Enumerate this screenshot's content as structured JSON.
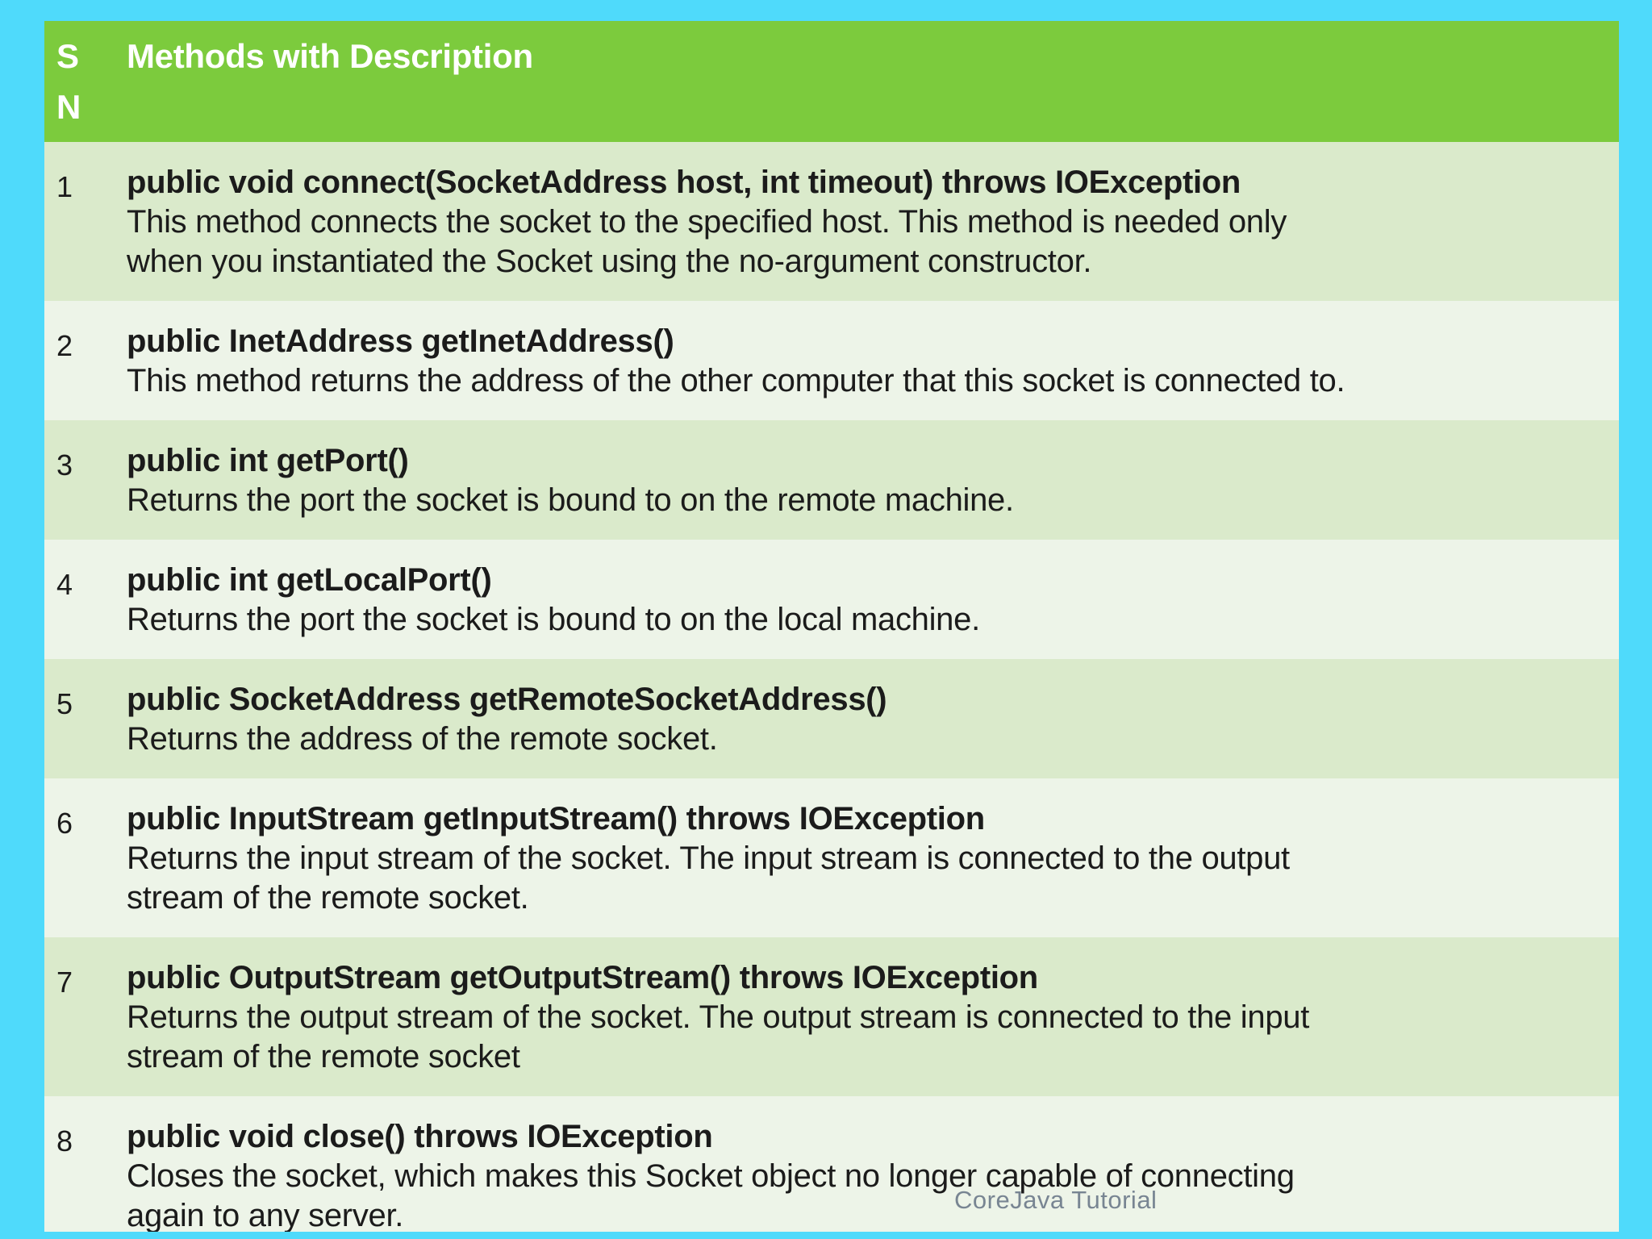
{
  "page": {
    "background_color": "#4FDAFB",
    "watermark_text": "CoreJava Tutorial"
  },
  "table": {
    "colors": {
      "header_bg": "#7CCB3D",
      "header_text": "#FFFFFF",
      "row_odd_bg": "#DAEACB",
      "row_even_bg": "#EDF4E8",
      "body_text": "#1B1B1B",
      "watermark": "#6B7691"
    },
    "header": {
      "serial_label": "S N",
      "methods_label": "Methods with Description"
    },
    "rows": [
      {
        "sn": "1",
        "method": "public void connect(SocketAddress host, int timeout) throws IOException",
        "description": "This method connects the socket to the specified host. This method is needed only\nwhen you instantiated the Socket using the no-argument constructor."
      },
      {
        "sn": "2",
        "method": "public InetAddress getInetAddress()",
        "description": "This method returns the address of the other computer that this socket is connected to."
      },
      {
        "sn": "3",
        "method": "public int getPort()",
        "description": "Returns the port the socket is bound to on the remote machine."
      },
      {
        "sn": "4",
        "method": "public int getLocalPort()",
        "description": "Returns the port the socket is bound to on the local machine."
      },
      {
        "sn": "5",
        "method": "public SocketAddress getRemoteSocketAddress()",
        "description": "Returns the address of the remote socket."
      },
      {
        "sn": "6",
        "method": "public InputStream getInputStream() throws IOException",
        "description": "Returns the input stream of the socket. The input stream is connected to the output\nstream of the remote socket."
      },
      {
        "sn": "7",
        "method": "public OutputStream getOutputStream() throws IOException",
        "description": "Returns the output stream of the socket. The output stream is connected to the input\nstream of the remote socket"
      },
      {
        "sn": "8",
        "method": "public void close() throws IOException",
        "description": "Closes the socket, which makes this Socket object no longer capable of connecting\nagain to any server."
      }
    ]
  }
}
